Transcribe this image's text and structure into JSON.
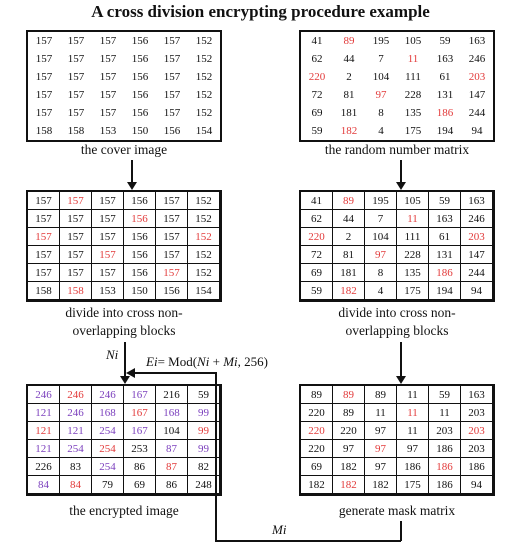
{
  "title": "A cross division encrypting procedure example",
  "panels": {
    "cover": {
      "caption": "the cover image",
      "rows": [
        [
          "157",
          "157",
          "157",
          "156",
          "157",
          "152"
        ],
        [
          "157",
          "157",
          "157",
          "156",
          "157",
          "152"
        ],
        [
          "157",
          "157",
          "157",
          "156",
          "157",
          "152"
        ],
        [
          "157",
          "157",
          "157",
          "156",
          "157",
          "152"
        ],
        [
          "157",
          "157",
          "157",
          "156",
          "157",
          "152"
        ],
        [
          "158",
          "158",
          "153",
          "150",
          "156",
          "154"
        ]
      ]
    },
    "random": {
      "caption": "the random number matrix",
      "rows": [
        [
          "41",
          "89",
          "195",
          "105",
          "59",
          "163"
        ],
        [
          "62",
          "44",
          "7",
          "11",
          "163",
          "246"
        ],
        [
          "220",
          "2",
          "104",
          "111",
          "61",
          "203"
        ],
        [
          "72",
          "81",
          "97",
          "228",
          "131",
          "147"
        ],
        [
          "69",
          "181",
          "8",
          "135",
          "186",
          "244"
        ],
        [
          "59",
          "182",
          "4",
          "175",
          "194",
          "94"
        ]
      ],
      "red": [
        [
          0,
          1
        ],
        [
          1,
          3
        ],
        [
          2,
          0
        ],
        [
          2,
          5
        ],
        [
          3,
          2
        ],
        [
          4,
          4
        ],
        [
          5,
          1
        ]
      ]
    },
    "cover_blocks": {
      "caption_line1": "divide into cross non-",
      "caption_line2": "overlapping blocks",
      "rows": [
        [
          "157",
          "157",
          "157",
          "156",
          "157",
          "152"
        ],
        [
          "157",
          "157",
          "157",
          "156",
          "157",
          "152"
        ],
        [
          "157",
          "157",
          "157",
          "156",
          "157",
          "152"
        ],
        [
          "157",
          "157",
          "157",
          "156",
          "157",
          "152"
        ],
        [
          "157",
          "157",
          "157",
          "156",
          "157",
          "152"
        ],
        [
          "158",
          "158",
          "153",
          "150",
          "156",
          "154"
        ]
      ],
      "red": [
        [
          0,
          1
        ],
        [
          1,
          3
        ],
        [
          2,
          0
        ],
        [
          2,
          5
        ],
        [
          3,
          2
        ],
        [
          4,
          4
        ],
        [
          5,
          1
        ]
      ]
    },
    "random_blocks": {
      "caption_line1": "divide into cross non-",
      "caption_line2": "overlapping blocks",
      "rows": [
        [
          "41",
          "89",
          "195",
          "105",
          "59",
          "163"
        ],
        [
          "62",
          "44",
          "7",
          "11",
          "163",
          "246"
        ],
        [
          "220",
          "2",
          "104",
          "111",
          "61",
          "203"
        ],
        [
          "72",
          "81",
          "97",
          "228",
          "131",
          "147"
        ],
        [
          "69",
          "181",
          "8",
          "135",
          "186",
          "244"
        ],
        [
          "59",
          "182",
          "4",
          "175",
          "194",
          "94"
        ]
      ],
      "red": [
        [
          0,
          1
        ],
        [
          1,
          3
        ],
        [
          2,
          0
        ],
        [
          2,
          5
        ],
        [
          3,
          2
        ],
        [
          4,
          4
        ],
        [
          5,
          1
        ]
      ]
    },
    "encrypted": {
      "caption": "the encrypted  image",
      "rows": [
        [
          "246",
          "246",
          "246",
          "167",
          "216",
          "59"
        ],
        [
          "121",
          "246",
          "168",
          "167",
          "168",
          "99"
        ],
        [
          "121",
          "121",
          "254",
          "167",
          "104",
          "99"
        ],
        [
          "121",
          "254",
          "254",
          "253",
          "87",
          "99"
        ],
        [
          "226",
          "83",
          "254",
          "86",
          "87",
          "82"
        ],
        [
          "84",
          "84",
          "79",
          "69",
          "86",
          "248"
        ]
      ],
      "red": [
        [
          0,
          1
        ],
        [
          1,
          3
        ],
        [
          2,
          0
        ],
        [
          2,
          5
        ],
        [
          3,
          2
        ],
        [
          4,
          4
        ],
        [
          5,
          1
        ]
      ],
      "purple": [
        [
          0,
          0
        ],
        [
          0,
          2
        ],
        [
          0,
          3
        ],
        [
          1,
          0
        ],
        [
          1,
          1
        ],
        [
          1,
          2
        ],
        [
          1,
          4
        ],
        [
          1,
          5
        ],
        [
          2,
          1
        ],
        [
          2,
          2
        ],
        [
          2,
          3
        ],
        [
          3,
          0
        ],
        [
          3,
          1
        ],
        [
          3,
          4
        ],
        [
          3,
          5
        ],
        [
          4,
          2
        ],
        [
          5,
          0
        ]
      ]
    },
    "mask": {
      "caption": "generate mask matrix",
      "rows": [
        [
          "89",
          "89",
          "89",
          "11",
          "59",
          "163"
        ],
        [
          "220",
          "89",
          "11",
          "11",
          "11",
          "203"
        ],
        [
          "220",
          "220",
          "97",
          "11",
          "203",
          "203"
        ],
        [
          "220",
          "97",
          "97",
          "97",
          "186",
          "203"
        ],
        [
          "69",
          "182",
          "97",
          "186",
          "186",
          "186"
        ],
        [
          "182",
          "182",
          "182",
          "175",
          "186",
          "94"
        ]
      ],
      "red": [
        [
          0,
          1
        ],
        [
          1,
          3
        ],
        [
          2,
          0
        ],
        [
          2,
          5
        ],
        [
          3,
          2
        ],
        [
          4,
          4
        ],
        [
          5,
          1
        ]
      ]
    }
  },
  "labels": {
    "ni": "Ni",
    "mi": "Mi",
    "formula_prefix": "Ei",
    "formula_eq": "= Mod(",
    "formula_ni": "Ni",
    "formula_plus": " + ",
    "formula_mi": "Mi",
    "formula_end": ", 256)"
  }
}
